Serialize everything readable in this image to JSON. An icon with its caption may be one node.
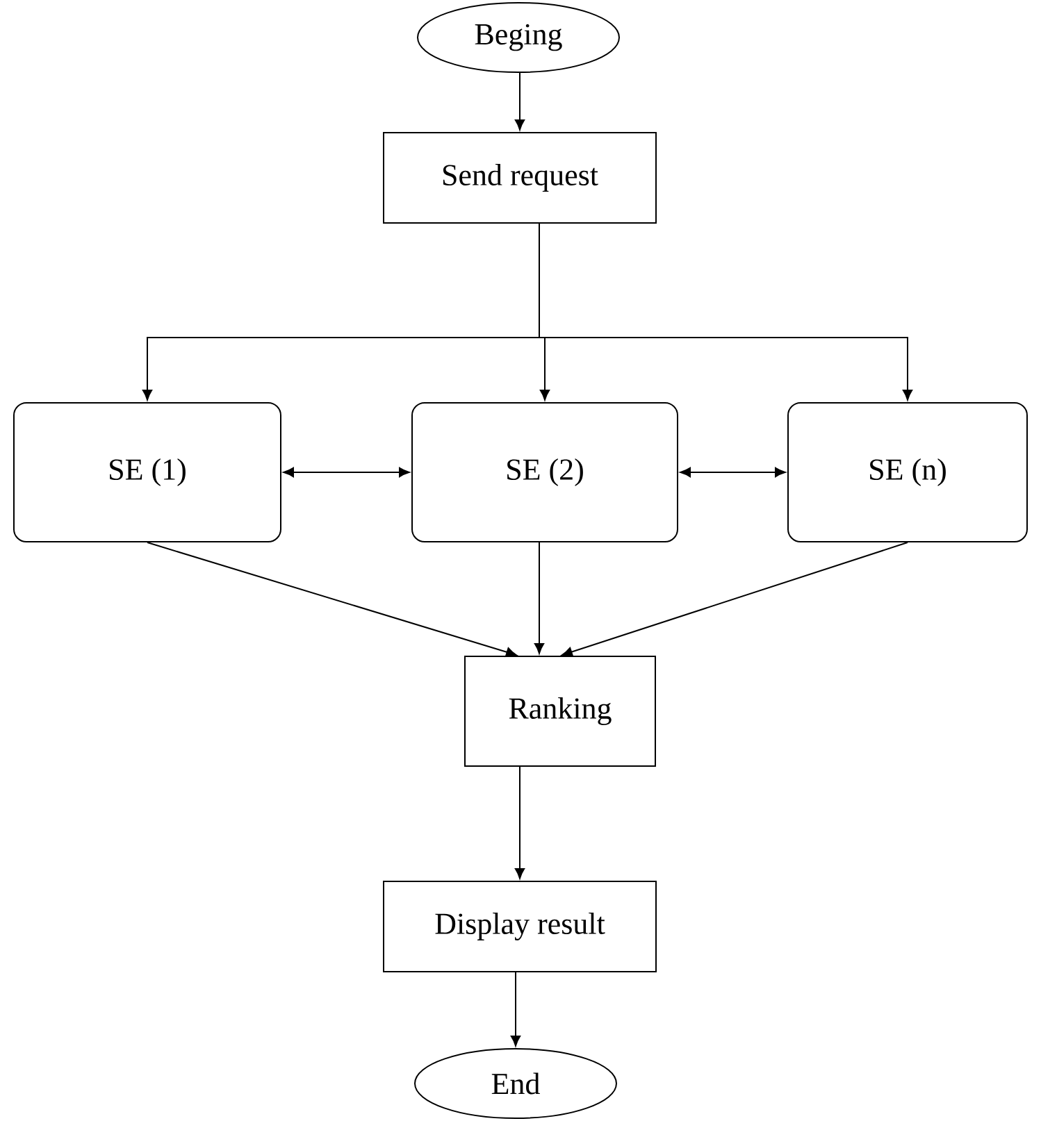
{
  "diagram": {
    "nodes": [
      {
        "text": [
          "Beging"
        ]
      },
      {
        "text": [
          "Send request"
        ]
      },
      {
        "text": [
          "SE (1)"
        ]
      },
      {
        "text": [
          "SE (2)"
        ]
      },
      {
        "text": [
          "SE (n)"
        ]
      },
      {
        "text": [
          "Ranking"
        ]
      },
      {
        "text": [
          "Display result"
        ]
      },
      {
        "text": [
          "End"
        ]
      }
    ],
    "edges": [
      {
        "from": 0,
        "to": 1,
        "arrow": "to"
      },
      {
        "from": 1,
        "to": 2,
        "arrow": "to"
      },
      {
        "from": 1,
        "to": 3,
        "arrow": "to"
      },
      {
        "from": 1,
        "to": 4,
        "arrow": "to"
      },
      {
        "from": 2,
        "to": 3,
        "arrow": "both"
      },
      {
        "from": 3,
        "to": 4,
        "arrow": "both"
      },
      {
        "from": 2,
        "to": 5,
        "arrow": "to"
      },
      {
        "from": 3,
        "to": 5,
        "arrow": "to"
      },
      {
        "from": 4,
        "to": 5,
        "arrow": "to"
      },
      {
        "from": 5,
        "to": 6,
        "arrow": "to"
      },
      {
        "from": 6,
        "to": 7,
        "arrow": "to"
      }
    ]
  }
}
